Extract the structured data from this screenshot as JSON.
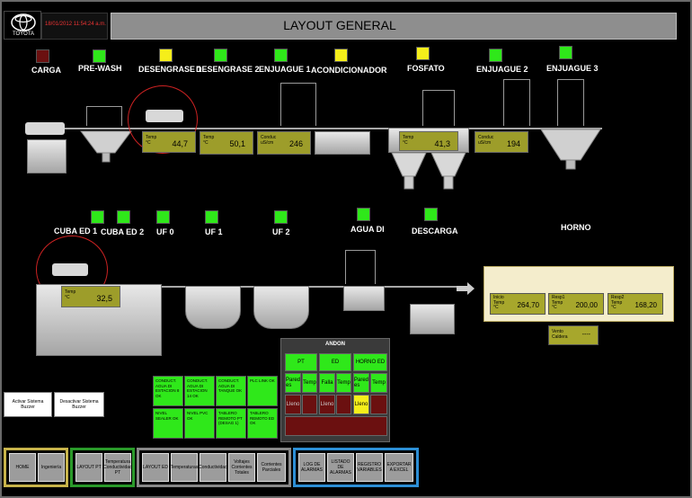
{
  "header": {
    "logo_text": "TOYOTA",
    "datetime": "18/01/2012 11:54:24 a.m.",
    "title": "LAYOUT GENERAL"
  },
  "stations_top": [
    {
      "label": "CARGA",
      "status": "darkred"
    },
    {
      "label": "PRE-WASH",
      "status": "green"
    },
    {
      "label": "DESENGRASE 1",
      "status": "yellow"
    },
    {
      "label": "DESENGRASE 2",
      "status": "green"
    },
    {
      "label": "ENJUAGUE 1",
      "status": "green"
    },
    {
      "label": "ACONDICIONADOR",
      "status": "yellow"
    },
    {
      "label": "FOSFATO",
      "status": "yellow"
    },
    {
      "label": "ENJUAGUE 2",
      "status": "green"
    },
    {
      "label": "ENJUAGUE 3",
      "status": "green"
    }
  ],
  "tanks_top": [
    {
      "line1": "Temp",
      "line2": "°C",
      "value": "44,7"
    },
    {
      "line1": "Temp",
      "line2": "°C",
      "value": "50,1"
    },
    {
      "line1": "Conduc",
      "line2": "uS/cm",
      "value": "246"
    },
    {
      "line1": "Temp",
      "line2": "°C",
      "value": "41,3"
    },
    {
      "line1": "Conduc",
      "line2": "uS/cm",
      "value": "194"
    }
  ],
  "stations_bottom": [
    {
      "label": "CUBA ED 1",
      "status": "green"
    },
    {
      "label": "CUBA ED 2",
      "status": "green"
    },
    {
      "label": "UF 0",
      "status": "green"
    },
    {
      "label": "UF 1",
      "status": "green"
    },
    {
      "label": "UF 2",
      "status": "green"
    },
    {
      "label": "AGUA DI",
      "status": "green"
    },
    {
      "label": "DESCARGA",
      "status": "green"
    },
    {
      "label": "HORNO",
      "status": "none"
    }
  ],
  "cuba_tank": {
    "line1": "Temp",
    "line2": "°C",
    "value": "32,5"
  },
  "horno_tanks": [
    {
      "line1": "Inicio",
      "line2": "Temp",
      "line3": "°C",
      "value": "264,70"
    },
    {
      "line1": "Resp1",
      "line2": "Temp",
      "line3": "°C",
      "value": "200,00"
    },
    {
      "line1": "Resp2",
      "line2": "Temp",
      "line3": "°C",
      "value": "168,20"
    }
  ],
  "horno_caldera": {
    "line1": "Vento",
    "line2": "Caldera",
    "value": "----"
  },
  "buzzer": {
    "activate": "Activar Sistema Buzzer",
    "deactivate": "Desactivar Sistema Buzzer"
  },
  "status_grid": [
    "CONDUCT. AGUA DI ESTACION 8 OK",
    "CONDUCT. AGUA DI ESTACION 14 OK",
    "CONDUCT. AGUA DI TANQUE OK",
    "PLC LINK OK",
    "NIVEL SEALER OK",
    "NIVEL PVC OK",
    "TABLERO REMOTO PT (DESAG 1)",
    "TABLERO REMOTO ED OK"
  ],
  "andon": {
    "title": "ANDON",
    "headers": [
      "PT",
      "ED",
      "HORNO ED"
    ],
    "row1": [
      "Pared es",
      "Temp",
      "Falla",
      "Temp",
      "Pared es",
      "Temp"
    ],
    "row2": [
      "Lleno",
      "",
      "Lleno",
      "",
      "Lleno",
      ""
    ],
    "colors": {
      "green": "#2fe81a",
      "darkred": "#6b1010",
      "yellow": "#f5ee1a"
    }
  },
  "nav": {
    "yellow_group": [
      "HOME",
      "Ingeniería"
    ],
    "green_group": [
      "LAYOUT PT",
      "Temperatura Conductividad PT"
    ],
    "gray_group": [
      "LAYOUT ED",
      "Temperaturas",
      "Conductividad",
      "Voltajes Corrientes Totales",
      "Corrientes Parciales"
    ],
    "blue_group": [
      "LOG DE ALARMAS",
      "LISTADO DE ALARMAS",
      "REGISTRO VARIABLES",
      "EXPORTAR A EXCEL"
    ],
    "colors": {
      "yellow": "#c8b44a",
      "green": "#2a9a2a",
      "gray": "#888888",
      "blue": "#2d8fd6"
    }
  }
}
